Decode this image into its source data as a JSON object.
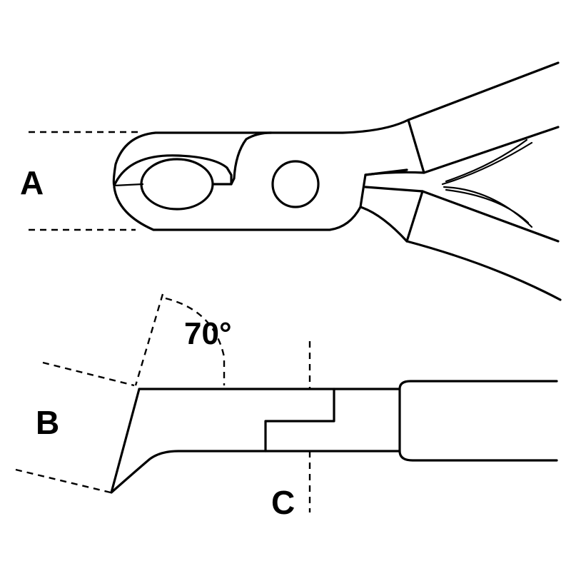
{
  "labels": {
    "a": "A",
    "b": "B",
    "c": "C",
    "angle": "70°"
  },
  "colors": {
    "line": "#000000",
    "background": "#ffffff"
  }
}
